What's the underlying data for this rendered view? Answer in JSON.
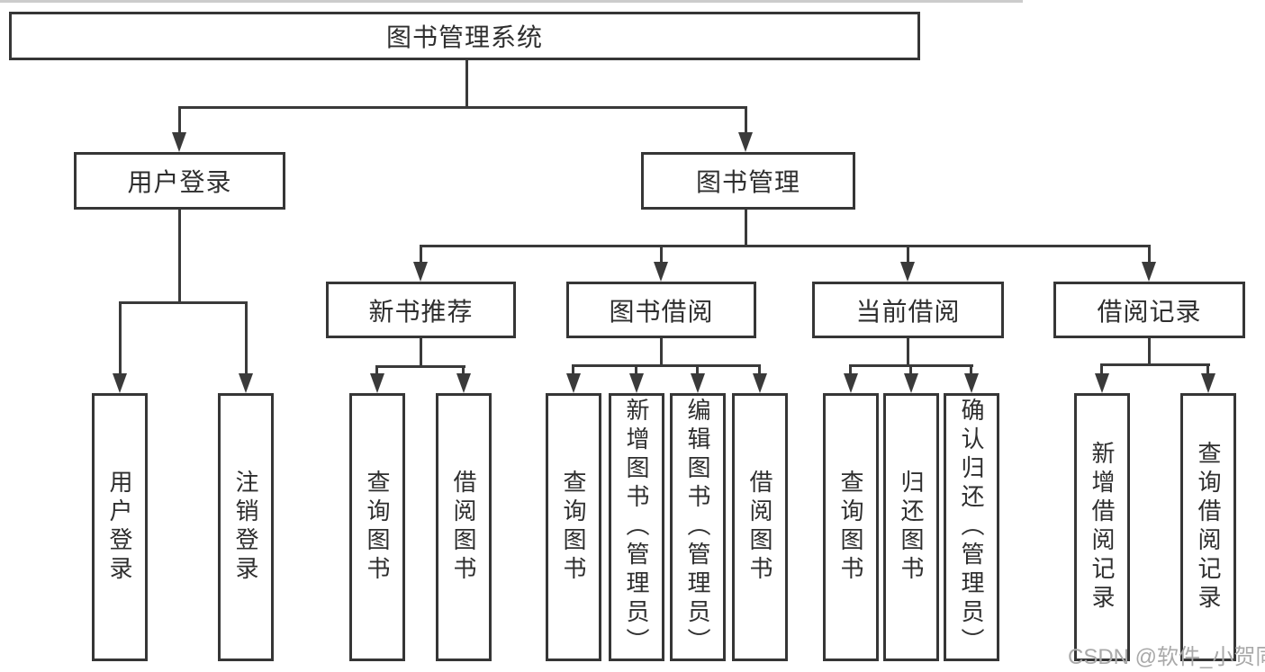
{
  "diagram_title": "图书管理系统",
  "colors": {
    "line": "#3a3a3a",
    "border": "#363636",
    "text": "#2e2e2e",
    "watermark": "#a9a9a9"
  },
  "nodes": {
    "root": "图书管理系统",
    "userLogin": "用户登录",
    "bookMgmt": "图书管理",
    "newBookRec": "新书推荐",
    "bookBorrow": "图书借阅",
    "currentBorrow": "当前借阅",
    "borrowRecord": "借阅记录",
    "leaves": [
      "用户登录",
      "注销登录",
      "查询图书",
      "借阅图书",
      "查询图书",
      "新增图书（管理员）",
      "编辑图书（管理员）",
      "借阅图书",
      "查询图书",
      "归还图书",
      "确认归还（管理员）",
      "新增借阅记录",
      "查询借阅记录"
    ]
  },
  "hierarchy": {
    "图书管理系统": [
      "用户登录",
      "图书管理"
    ],
    "用户登录": [
      "用户登录",
      "注销登录"
    ],
    "图书管理": [
      "新书推荐",
      "图书借阅",
      "当前借阅",
      "借阅记录"
    ],
    "新书推荐": [
      "查询图书",
      "借阅图书"
    ],
    "图书借阅": [
      "查询图书",
      "新增图书（管理员）",
      "编辑图书（管理员）",
      "借阅图书"
    ],
    "当前借阅": [
      "查询图书",
      "归还图书",
      "确认归还（管理员）"
    ],
    "借阅记录": [
      "新增借阅记录",
      "查询借阅记录"
    ]
  },
  "watermark": "CSDN @软件_小贺同学"
}
